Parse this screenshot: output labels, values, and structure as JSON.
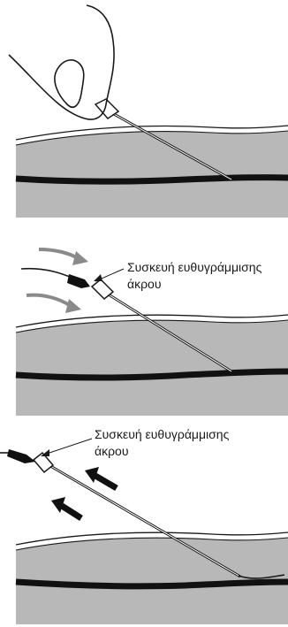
{
  "diagram": {
    "step_2": {
      "label_line_1": "Συσκευή ευθυγράμμισης",
      "label_line_2": "άκρου"
    },
    "step_3": {
      "label_line_1": "Συσκευή ευθυγράμμισης",
      "label_line_2": "άκρου"
    }
  },
  "colors": {
    "tissue": "#b8b8b8",
    "vessel": "#111111",
    "arrow_gray": "#8a8a8a",
    "arrow_black": "#111111",
    "outline": "#1a1a1a"
  }
}
